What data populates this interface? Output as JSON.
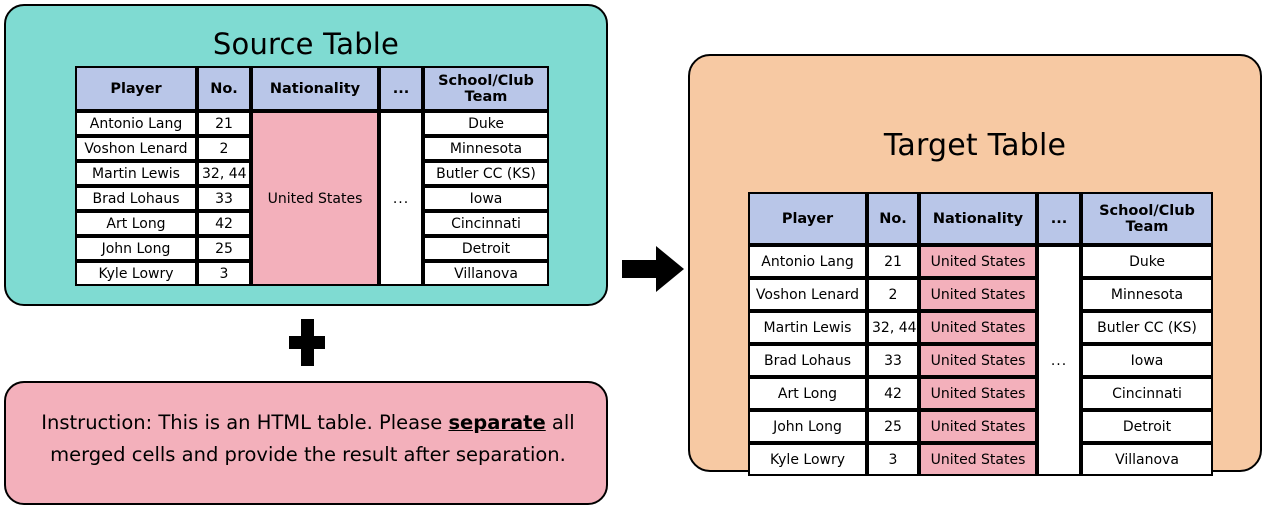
{
  "colors": {
    "source_panel_bg": "#7FDBD2",
    "instruction_panel_bg": "#F3B0BB",
    "target_panel_bg": "#F7C9A3",
    "table_header_bg": "#B9C6E8",
    "merged_cell_pink": "#F3B0BB",
    "cell_bg": "#FFFFFF",
    "border": "#000000",
    "arrow": "#000000",
    "plus": "#000000"
  },
  "source": {
    "title": "Source Table",
    "table": {
      "headers": [
        "Player",
        "No.",
        "Nationality",
        "...",
        "School/Club Team"
      ],
      "rows": [
        {
          "player": "Antonio Lang",
          "no": "21",
          "team": "Duke"
        },
        {
          "player": "Voshon Lenard",
          "no": "2",
          "team": "Minnesota"
        },
        {
          "player": "Martin Lewis",
          "no": "32, 44",
          "team": "Butler CC (KS)"
        },
        {
          "player": "Brad Lohaus",
          "no": "33",
          "team": "Iowa"
        },
        {
          "player": "Art Long",
          "no": "42",
          "team": "Cincinnati"
        },
        {
          "player": "John Long",
          "no": "25",
          "team": "Detroit"
        },
        {
          "player": "Kyle Lowry",
          "no": "3",
          "team": "Villanova"
        }
      ],
      "merged_nationality": "United States",
      "merged_dots": "..."
    }
  },
  "instruction": {
    "prefix": "Instruction: This is an HTML table. Please ",
    "emphasis": "separate",
    "suffix": " all merged cells and provide the result after separation."
  },
  "target": {
    "title": "Target Table",
    "table": {
      "headers": [
        "Player",
        "No.",
        "Nationality",
        "...",
        "School/Club Team"
      ],
      "rows": [
        {
          "player": "Antonio Lang",
          "no": "21",
          "nationality": "United States",
          "team": "Duke"
        },
        {
          "player": "Voshon Lenard",
          "no": "2",
          "nationality": "United States",
          "team": "Minnesota"
        },
        {
          "player": "Martin Lewis",
          "no": "32, 44",
          "nationality": "United States",
          "team": "Butler CC (KS)"
        },
        {
          "player": "Brad Lohaus",
          "no": "33",
          "nationality": "United States",
          "team": "Iowa"
        },
        {
          "player": "Art Long",
          "no": "42",
          "nationality": "United States",
          "team": "Cincinnati"
        },
        {
          "player": "John Long",
          "no": "25",
          "nationality": "United States",
          "team": "Detroit"
        },
        {
          "player": "Kyle Lowry",
          "no": "3",
          "nationality": "United States",
          "team": "Villanova"
        }
      ],
      "merged_dots": "..."
    }
  },
  "connectors": {
    "plus": "+",
    "arrow": "right-arrow"
  }
}
